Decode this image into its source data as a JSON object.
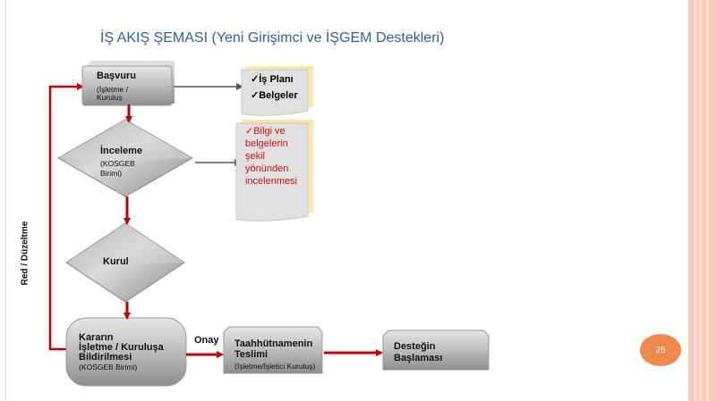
{
  "title": "İŞ AKIŞ ŞEMASI (Yeni Girişimci ve İŞGEM Destekleri)",
  "side_label": "Red / Düzeltme",
  "page_number": "25",
  "colors": {
    "arrow_red": "#c00000",
    "title_blue": "#2f5fa8",
    "badge_orange": "#f0874d",
    "node_gray": "#a9a9a9"
  },
  "nodes": {
    "basvuru": {
      "title": "Başvuru",
      "sub": "(İşletme / Kuruluş"
    },
    "inceleme": {
      "title": "İnceleme",
      "sub1": "(KOSGEB",
      "sub2": "Birimi)"
    },
    "kurul": {
      "title": "Kurul"
    },
    "karar": {
      "line1": "Kararın",
      "line2": "İşletme / Kuruluşa",
      "line3": "Bildirilmesi",
      "sub": "(KOSGEB Birimi)"
    },
    "taahhut": {
      "line1": "Taahhütnamenin",
      "line2": "Teslimi",
      "sub": "(İşletme/İşletici Kuruluş)"
    },
    "destek": {
      "line1": "Desteğin",
      "line2": "Başlaması"
    }
  },
  "notes": {
    "docs": [
      "✓İş Planı",
      "✓Belgeler"
    ],
    "review": [
      "✓Bilgi ve",
      "belgelerin",
      "şekil",
      "yönünden",
      "incelenmesi"
    ]
  },
  "edge_labels": {
    "approve": "Onay"
  }
}
